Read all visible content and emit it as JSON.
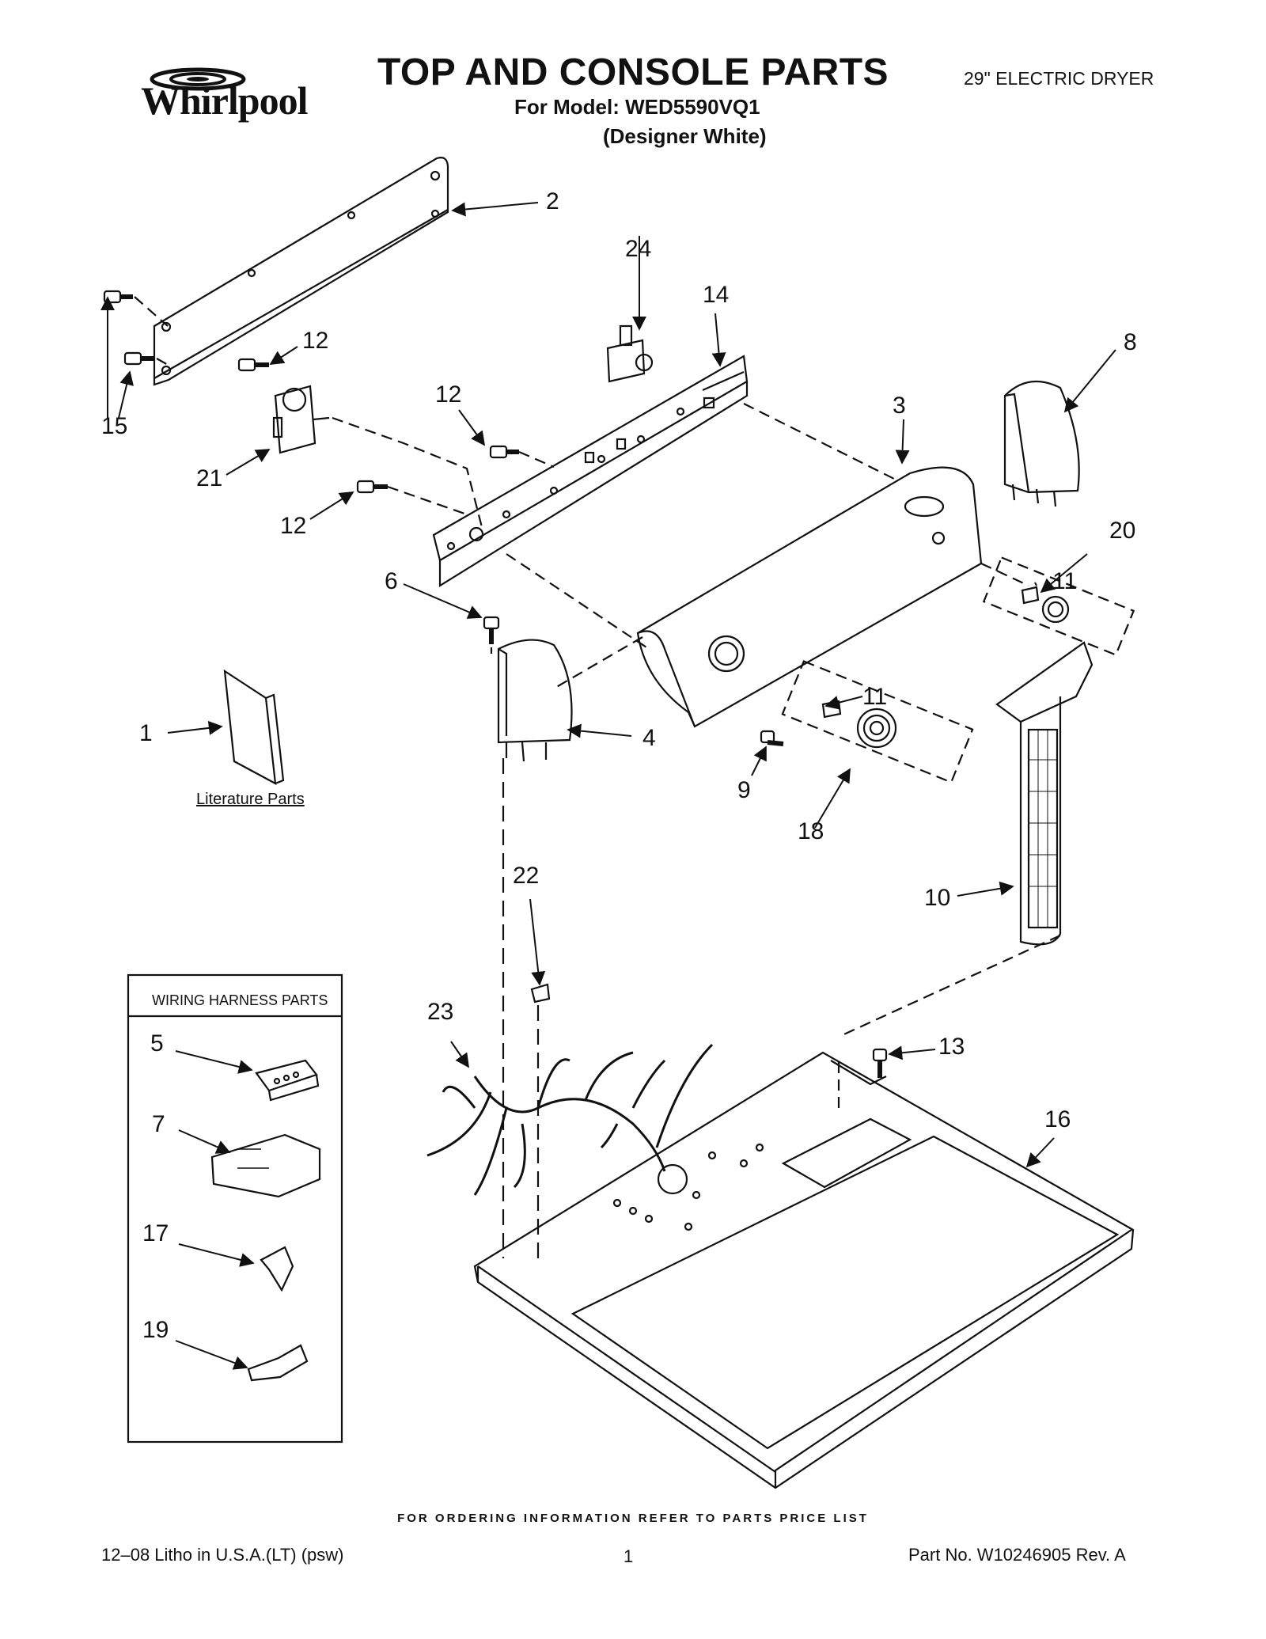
{
  "header": {
    "brand": "Whirlpool",
    "title": "TOP AND CONSOLE PARTS",
    "model_line": "For Model: WED5590VQ1",
    "color_line": "(Designer White)",
    "product": "29\" ELECTRIC DRYER"
  },
  "labels": {
    "literature": "Literature Parts",
    "wiring_harness": "WIRING HARNESS PARTS"
  },
  "callouts": [
    "1",
    "2",
    "3",
    "4",
    "5",
    "6",
    "7",
    "8",
    "9",
    "10",
    "11",
    "11",
    "12",
    "12",
    "12",
    "13",
    "14",
    "15",
    "16",
    "17",
    "18",
    "19",
    "20",
    "21",
    "22",
    "23",
    "24"
  ],
  "footer": {
    "ordering_note": "FOR ORDERING INFORMATION REFER TO PARTS PRICE LIST",
    "litho": "12–08 Litho in U.S.A.(LT) (psw)",
    "page": "1",
    "part_no": "Part No. W10246905 Rev. A"
  }
}
